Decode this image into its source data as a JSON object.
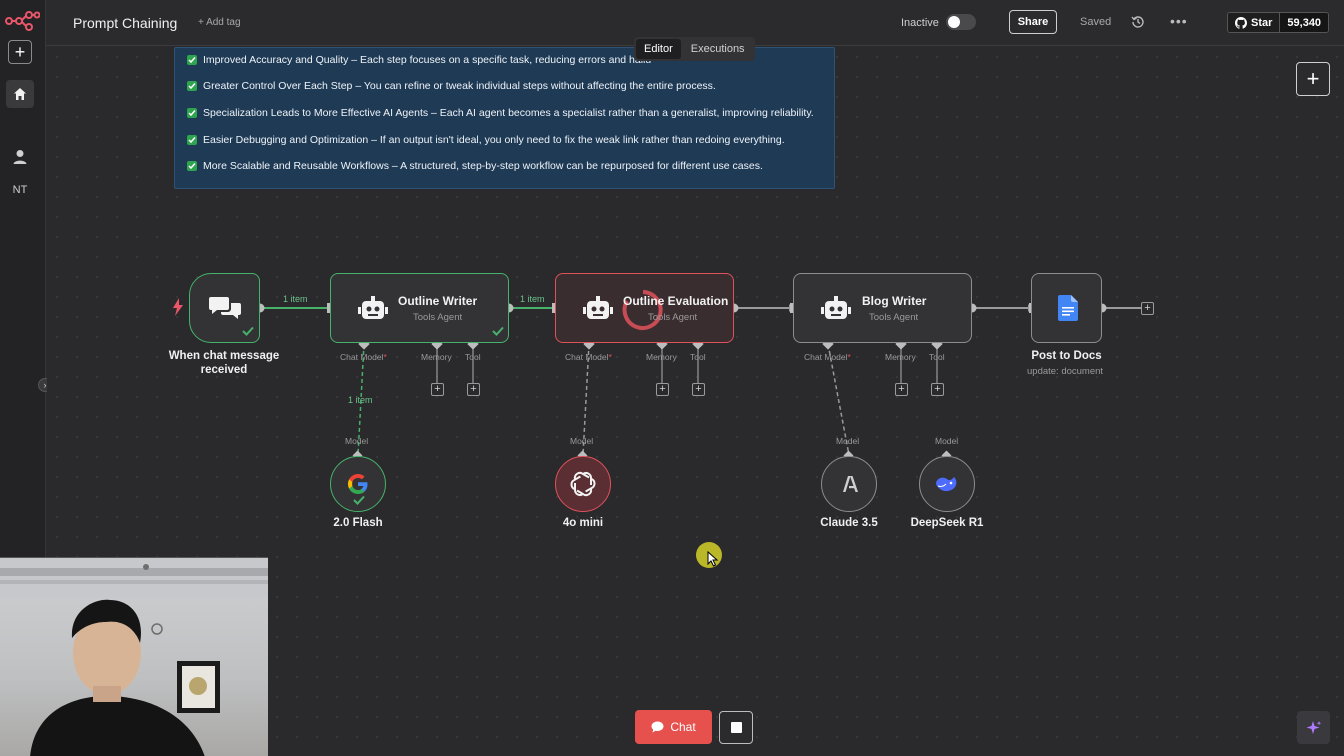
{
  "header": {
    "title": "Prompt Chaining",
    "add_tag": "+ Add tag",
    "status": "Inactive",
    "share": "Share",
    "saved": "Saved",
    "github_star": "Star",
    "github_count": "59,340"
  },
  "sidebar": {
    "initials": "NT"
  },
  "view_tabs": [
    "Editor",
    "Executions"
  ],
  "sticky_note": {
    "items": [
      "Improved Accuracy and Quality – Each step focuses on a specific task, reducing errors and hallu",
      "Greater Control Over Each Step – You can refine or tweak individual steps without affecting the entire process.",
      "Specialization Leads to More Effective AI Agents – Each AI agent becomes a specialist rather than a generalist, improving reliability.",
      "Easier Debugging and Optimization – If an output isn't ideal, you only need to fix the weak link rather than redoing everything.",
      "More Scalable and Reusable Workflows – A structured, step-by-step workflow can be repurposed for different use cases."
    ]
  },
  "nodes": {
    "trigger": {
      "label_line1": "When chat message",
      "label_line2": "received"
    },
    "outline_writer": {
      "title": "Outline Writer",
      "subtitle": "Tools Agent"
    },
    "outline_evaluation": {
      "title": "Outline Evaluation",
      "subtitle": "Tools Agent"
    },
    "blog_writer": {
      "title": "Blog Writer",
      "subtitle": "Tools Agent"
    },
    "post_to_docs": {
      "title": "Post to Docs",
      "subtitle": "update: document"
    }
  },
  "connector_labels": {
    "chat_model": "Chat Model",
    "required": "*",
    "memory": "Memory",
    "tool": "Tool",
    "model": "Model"
  },
  "edge_labels": {
    "items_1": "1 item",
    "items_2": "1 item",
    "items_3": "1 item"
  },
  "models": {
    "gemini": "2.0 Flash",
    "openai": "4o mini",
    "claude": "Claude 3.5",
    "deepseek": "DeepSeek R1"
  },
  "footer": {
    "chat": "Chat"
  },
  "colors": {
    "success": "#47b26b",
    "error": "#e0525b",
    "sticky": "#1f3a55",
    "chat_button": "#e6514e"
  }
}
